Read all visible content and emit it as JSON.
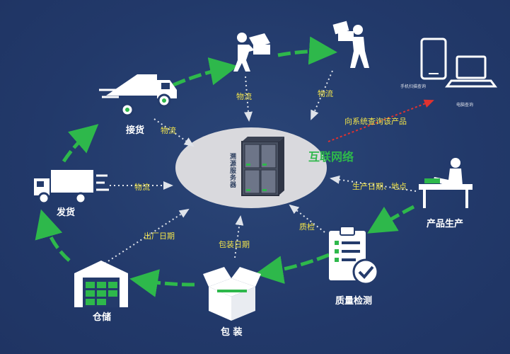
{
  "center": {
    "network_label": "互联网络",
    "server_label": "溯源服务器"
  },
  "nodes": {
    "pickup": "接货",
    "ship": "发货",
    "warehouse": "仓储",
    "package": "包 装",
    "quality": "质量检测",
    "production": "产品生产",
    "phone": "手机扫描查询",
    "computer": "电脑查询"
  },
  "edges": {
    "logistics_1": "物流",
    "logistics_2": "物流",
    "logistics_3": "物流",
    "logistics_4": "物流",
    "factory_date": "出厂日期",
    "pack_date": "包装日期",
    "quality_check": "质检",
    "production_info": "生产日期、地点",
    "query": "向系统查询该产品"
  },
  "colors": {
    "background": "#243b6b",
    "cycle_arrow": "#2eb84b",
    "edge_text": "#f0e24a",
    "query_arrow": "#e0322f",
    "ellipse": "#d9d9dd"
  },
  "icons": [
    "truck-icon",
    "person-carrying-box-icon",
    "smartphone-icon",
    "laptop-icon",
    "worker-at-table-icon",
    "clipboard-check-icon",
    "open-box-icon",
    "warehouse-icon",
    "server-cabinet-icon"
  ]
}
